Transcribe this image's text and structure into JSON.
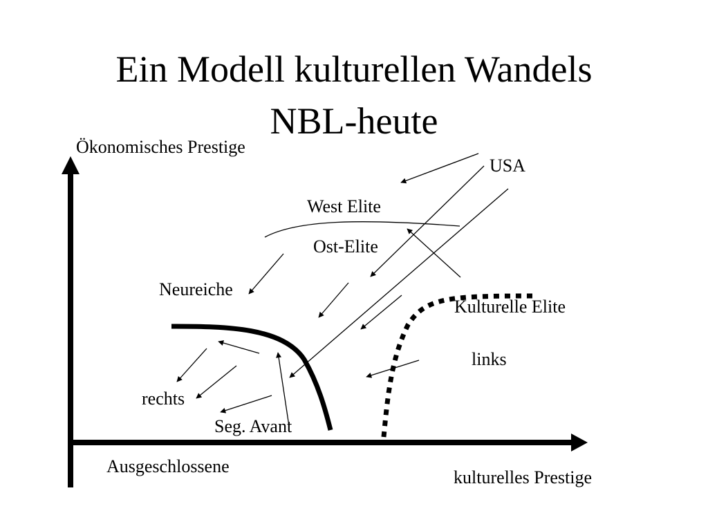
{
  "slide": {
    "title_line1": "Ein Modell kulturellen Wandels",
    "title_line2": "NBL-heute"
  },
  "axes": {
    "y_label": "Ökonomisches Prestige",
    "x_label": "kulturelles Prestige"
  },
  "labels": {
    "usa": "USA",
    "west_elite": "West Elite",
    "ost_elite": "Ost-Elite",
    "neureiche": "Neureiche",
    "kulturelle_elite": "Kulturelle Elite",
    "links": "links",
    "rechts": "rechts",
    "seg_avant": "Seg. Avant",
    "ausgeschlossene": "Ausgeschlossene"
  },
  "colors": {
    "ink": "#000000",
    "background": "#ffffff"
  }
}
